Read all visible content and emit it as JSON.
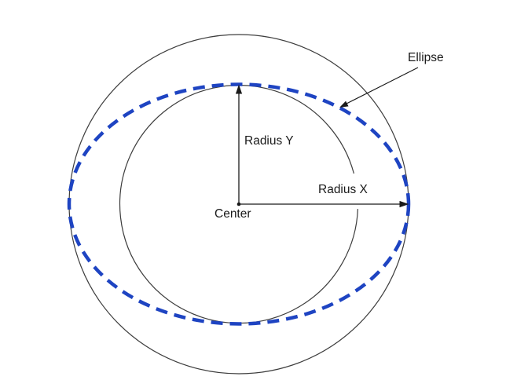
{
  "diagram": {
    "labels": {
      "ellipse": "Ellipse",
      "radius_y": "Radius Y",
      "radius_x": "Radius X",
      "center": "Center"
    },
    "colors": {
      "background": "#ffffff",
      "line": "#3d3d3d",
      "arrow": "#1a1a1a",
      "ellipse_stroke": "#1e44c2",
      "text": "#1a1a1a"
    },
    "shapes": {
      "outer_circle": "thin black circle, radius X reference",
      "inner_circle": "thin black circle, radius Y reference",
      "dashed_ellipse": "blue dashed ellipse touching outer circle horizontally and inner circle vertically"
    }
  }
}
